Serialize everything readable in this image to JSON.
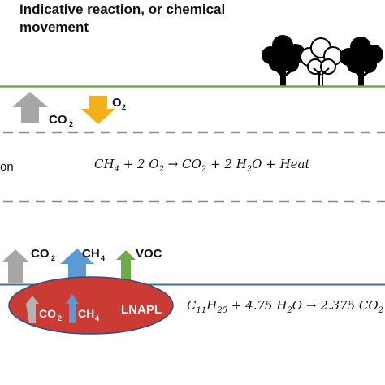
{
  "heading": {
    "line1": "Indicative reaction, or chemical",
    "line2": "movement"
  },
  "colors": {
    "ground_line": "#6fae3e",
    "water_table": "#3d6ea8",
    "dashed": "#8a8a8a",
    "co2_arrow": "#a6a6a6",
    "o2_arrow": "#f2b01b",
    "ch4_arrow": "#5b9bd5",
    "voc_arrow": "#6fac46",
    "lnapl_fill": "#cc3b33",
    "lnapl_stroke": "#2f4f7a"
  },
  "icons": [
    "tree-icon",
    "tree-outline-icon",
    "tree-icon"
  ],
  "surface": {
    "co2": {
      "base": "CO",
      "sub": "2"
    },
    "o2": {
      "base": "O",
      "sub": "2"
    }
  },
  "oxidation": {
    "label_fragment": "on",
    "equation": {
      "t1": "CH",
      "s1": "4",
      "t2": " + 2 O",
      "s2": "2",
      "t3": " → CO",
      "s3": "2",
      "t4": " + 2 H",
      "s4": "2",
      "t5": "O + Heat"
    }
  },
  "vapour": {
    "co2": {
      "base": "CO",
      "sub": "2"
    },
    "ch4": {
      "base": "CH",
      "sub": "4"
    },
    "voc": "VOC"
  },
  "lnapl": {
    "label": "LNAPL",
    "co2": {
      "base": "CO",
      "sub": "2"
    },
    "ch4": {
      "base": "CH",
      "sub": "4"
    },
    "equation": {
      "t1": "C",
      "s1": "11",
      "t2": "H",
      "s2": "25",
      "t3": " + 4.75 H",
      "s3": "2",
      "t4": "O → 2.375 CO",
      "s4": "2"
    }
  }
}
